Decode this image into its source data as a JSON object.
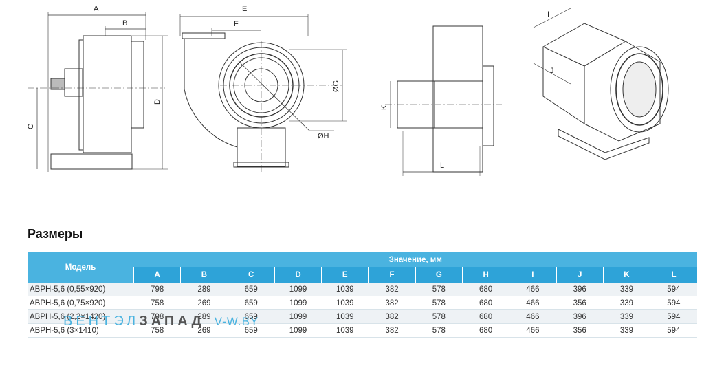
{
  "drawing_labels": {
    "A": "A",
    "B": "B",
    "C": "C",
    "D": "D",
    "E": "E",
    "F": "F",
    "G": "ØG",
    "H": "ØH",
    "I": "I",
    "J": "J",
    "K": "K",
    "L": "L"
  },
  "section_title": "Размеры",
  "table": {
    "model_header": "Модель",
    "value_header": "Значение, мм",
    "columns": [
      "A",
      "B",
      "C",
      "D",
      "E",
      "F",
      "G",
      "H",
      "I",
      "J",
      "K",
      "L"
    ],
    "rows": [
      {
        "model": "АВРН-5,6 (0,55×920)",
        "values": [
          "798",
          "289",
          "659",
          "1099",
          "1039",
          "382",
          "578",
          "680",
          "466",
          "396",
          "339",
          "594"
        ]
      },
      {
        "model": "АВРН-5,6 (0,75×920)",
        "values": [
          "758",
          "269",
          "659",
          "1099",
          "1039",
          "382",
          "578",
          "680",
          "466",
          "356",
          "339",
          "594"
        ]
      },
      {
        "model": "АВРН-5,6 (2,2×1420)",
        "values": [
          "798",
          "289",
          "659",
          "1099",
          "1039",
          "382",
          "578",
          "680",
          "466",
          "396",
          "339",
          "594"
        ]
      },
      {
        "model": "АВРН-5,6 (3×1410)",
        "values": [
          "758",
          "269",
          "659",
          "1099",
          "1039",
          "382",
          "578",
          "680",
          "466",
          "356",
          "339",
          "594"
        ]
      }
    ]
  },
  "watermark": {
    "part1": "ВЕНТЭЛ",
    "part2": "ЗАПАД",
    "part3": "V-W.BY"
  }
}
